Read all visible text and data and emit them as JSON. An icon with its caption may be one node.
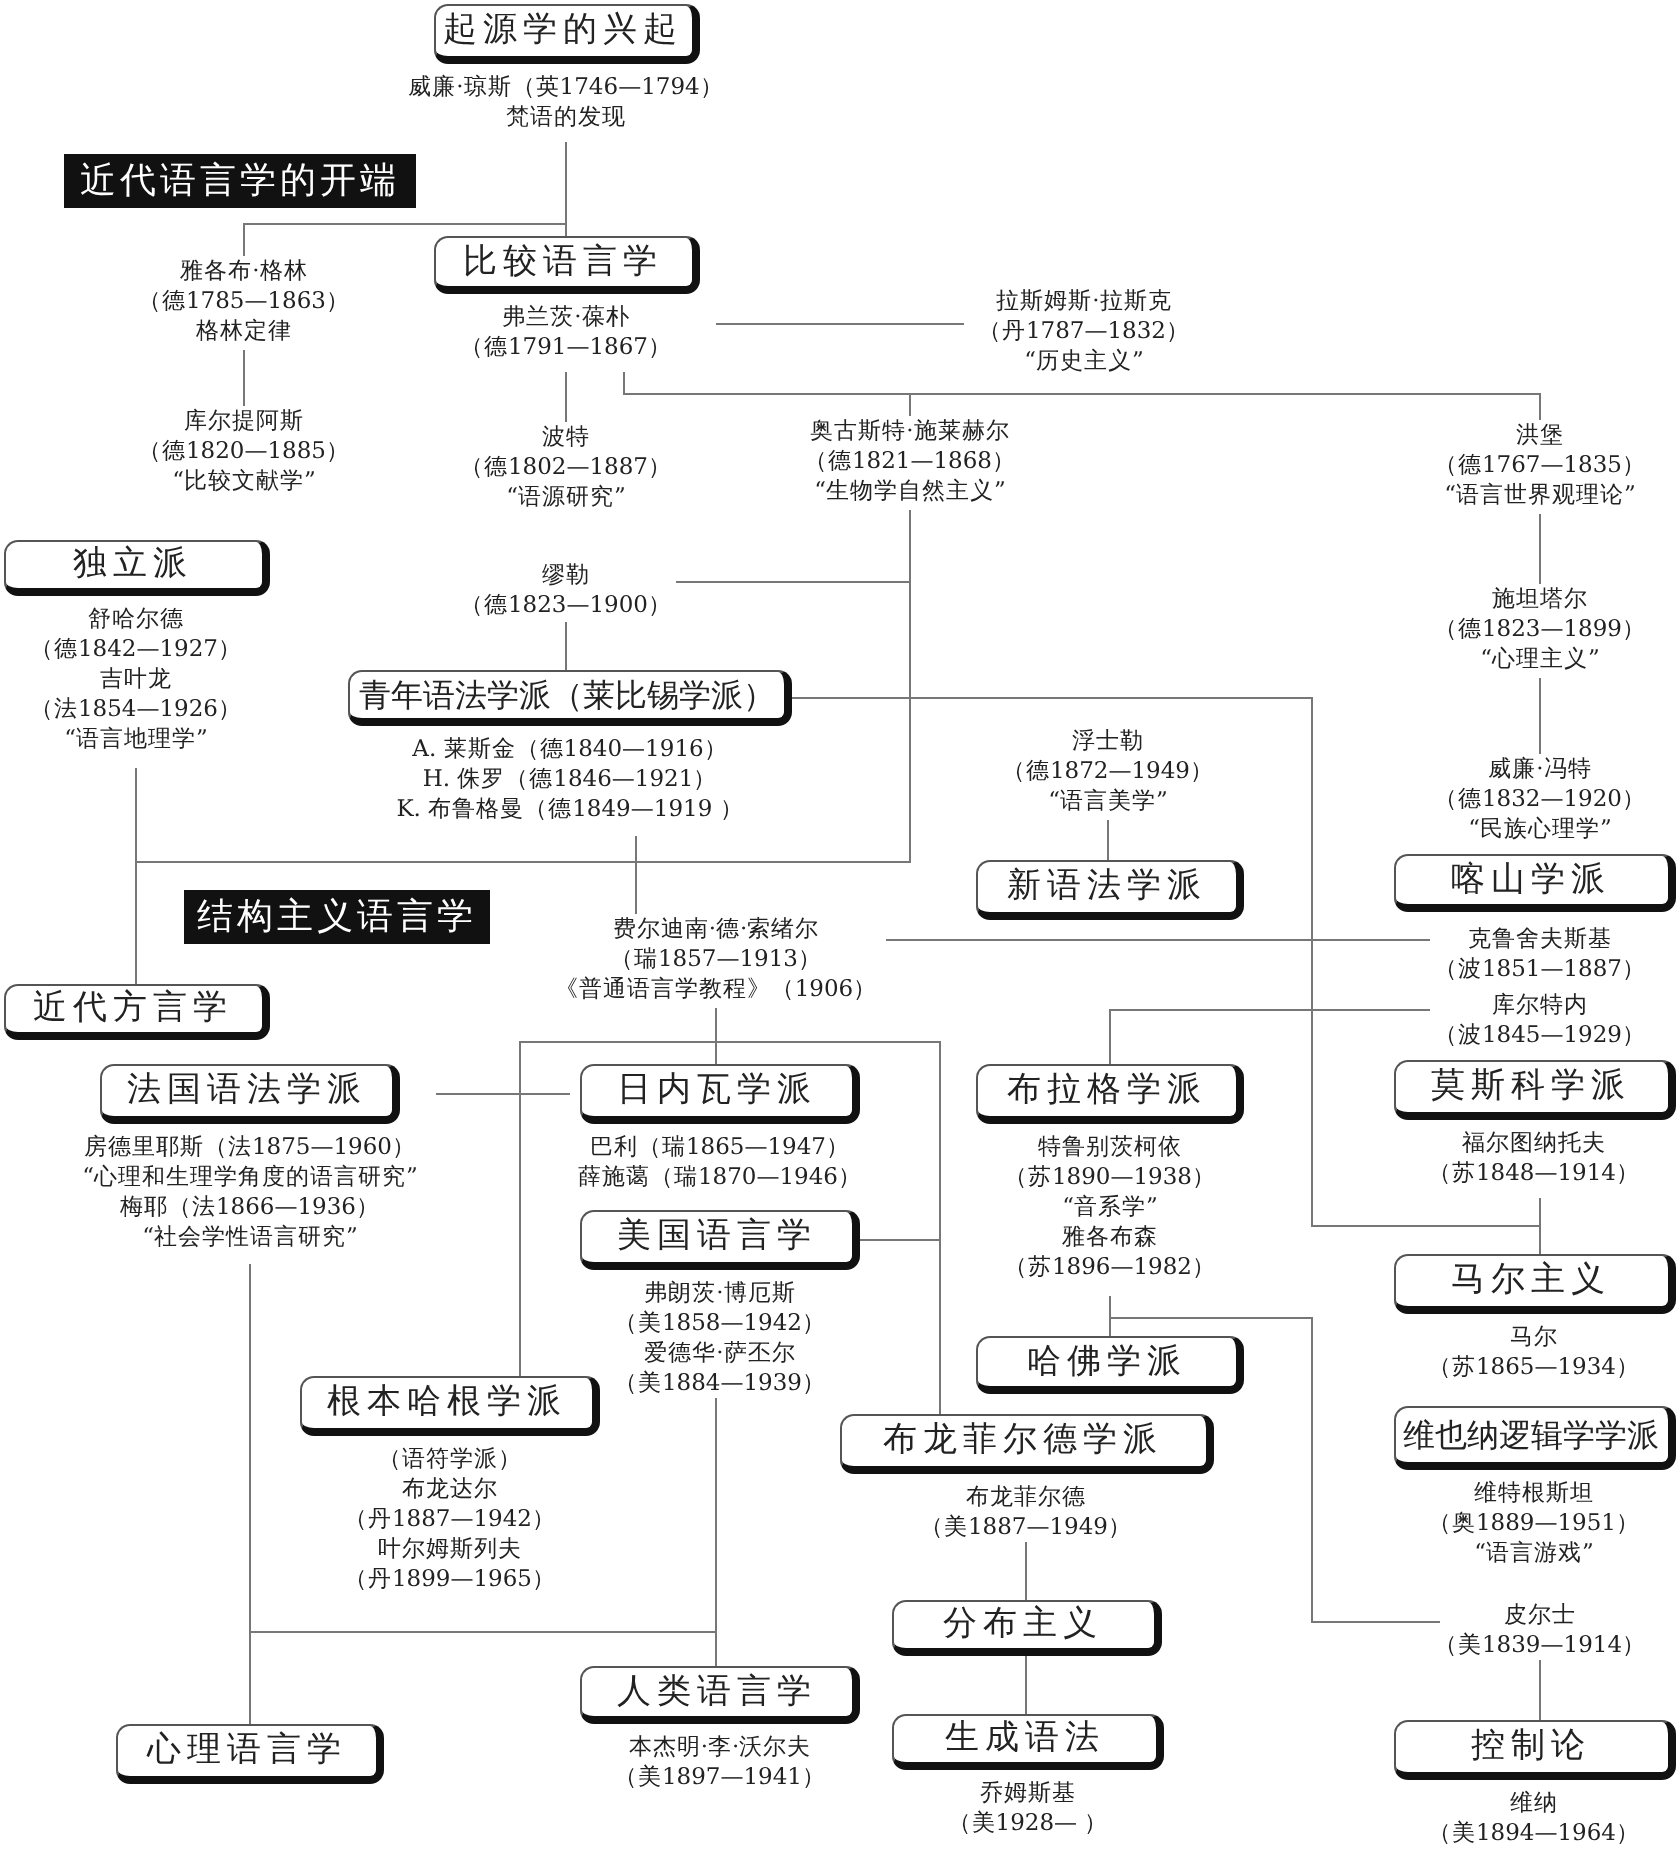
{
  "diagram": {
    "nodes": [
      {
        "text": [
          "起源学的兴起"
        ],
        "beside": [
          "威廉·琼斯（英1746—1794）",
          "梵语的发现"
        ]
      },
      {
        "text": [
          "近代语言学的开端"
        ]
      },
      {
        "text": [
          "比较语言学"
        ],
        "beside": [
          "弗兰茨·葆朴",
          "（德1791—1867）"
        ]
      },
      {
        "text": [
          "雅各布·格林",
          "（德1785—1863）",
          "格林定律"
        ]
      },
      {
        "text": [
          "库尔提阿斯",
          "（德1820—1885）",
          "“比较文献学”"
        ]
      },
      {
        "text": [
          "拉斯姆斯·拉斯克",
          "（丹1787—1832）",
          "“历史主义”"
        ]
      },
      {
        "text": [
          "波特",
          "（德1802—1887）",
          "“语源研究”"
        ]
      },
      {
        "text": [
          "奥古斯特·施莱赫尔",
          "（德1821—1868）",
          "“生物学自然主义”"
        ]
      },
      {
        "text": [
          "洪堡",
          "（德1767—1835）",
          "“语言世界观理论”"
        ]
      },
      {
        "text": [
          "独立派"
        ],
        "beside": [
          "舒哈尔德",
          "（德1842—1927）",
          "吉叶龙",
          "（法1854—1926）",
          "“语言地理学”"
        ]
      },
      {
        "text": [
          "缪勒",
          "（德1823—1900）"
        ]
      },
      {
        "text": [
          "施坦塔尔",
          "（德1823—1899）",
          "“心理主义”"
        ]
      },
      {
        "text": [
          "青年语法学派（莱比锡学派）"
        ],
        "beside": [
          "A. 莱斯金（德1840—1916）",
          "H. 侏罗（德1846—1921）",
          "K. 布鲁格曼（德1849—1919 ）"
        ]
      },
      {
        "text": [
          "浮士勒",
          "（德1872—1949）",
          "“语言美学”"
        ]
      },
      {
        "text": [
          "威廉·冯特",
          "（德1832—1920）",
          "“民族心理学”"
        ]
      },
      {
        "text": [
          "新语法学派"
        ]
      },
      {
        "text": [
          "喀山学派"
        ]
      },
      {
        "text": [
          "结构主义语言学"
        ]
      },
      {
        "text": [
          "费尔迪南·德·索绪尔",
          "（瑞1857—1913）",
          "《普通语言学教程》（1906）"
        ]
      },
      {
        "text": [
          "克鲁舍夫斯基",
          "（波1851—1887）"
        ]
      },
      {
        "text": [
          "库尔特内",
          "（波1845—1929）"
        ]
      },
      {
        "text": [
          "近代方言学"
        ]
      },
      {
        "text": [
          "法国语法学派"
        ],
        "beside": [
          "房德里耶斯（法1875—1960）",
          "“心理和生理学角度的语言研究”",
          "梅耶（法1866—1936）",
          "“社会学性语言研究”"
        ]
      },
      {
        "text": [
          "日内瓦学派"
        ],
        "beside": [
          "巴利（瑞1865—1947）",
          "薛施蔼（瑞1870—1946）"
        ]
      },
      {
        "text": [
          "布拉格学派"
        ],
        "beside": [
          "特鲁别茨柯依",
          "（苏1890—1938）",
          "“音系学”",
          "雅各布森",
          "（苏1896—1982）"
        ]
      },
      {
        "text": [
          "莫斯科学派"
        ],
        "beside": [
          "福尔图纳托夫",
          "（苏1848—1914）"
        ]
      },
      {
        "text": [
          "美国语言学"
        ],
        "beside": [
          "弗朗茨·博厄斯",
          "（美1858—1942）",
          "爱德华·萨丕尔",
          "（美1884—1939）"
        ]
      },
      {
        "text": [
          "马尔主义"
        ],
        "beside": [
          "马尔",
          "（苏1865—1934）"
        ]
      },
      {
        "text": [
          "哈佛学派"
        ]
      },
      {
        "text": [
          "根本哈根学派"
        ],
        "beside": [
          "（语符学派）",
          "布龙达尔",
          "（丹1887—1942）",
          "叶尔姆斯列夫",
          "（丹1899—1965）"
        ]
      },
      {
        "text": [
          "维也纳逻辑学学派"
        ],
        "beside": [
          "维特根斯坦",
          "（奥1889—1951）",
          "“语言游戏”"
        ]
      },
      {
        "text": [
          "布龙菲尔德学派"
        ],
        "beside": [
          "布龙菲尔德",
          "（美1887—1949）"
        ]
      },
      {
        "text": [
          "皮尔士",
          "（美1839—1914）"
        ]
      },
      {
        "text": [
          "分布主义"
        ]
      },
      {
        "text": [
          "人类语言学"
        ],
        "beside": [
          "本杰明·李·沃尔夫",
          "（美1897—1941）"
        ]
      },
      {
        "text": [
          "心理语言学"
        ]
      },
      {
        "text": [
          "生成语法"
        ],
        "beside": [
          "乔姆斯基",
          "（美1928— ）"
        ]
      },
      {
        "text": [
          "控制论"
        ],
        "beside": [
          "维纳",
          "（美1894—1964）"
        ]
      }
    ],
    "edges": [
      {
        "from": 0,
        "to": 2,
        "arrow": "none"
      },
      {
        "from": 0,
        "to": 3,
        "arrow": "none"
      },
      {
        "from": 3,
        "to": 4,
        "arrow": "none"
      },
      {
        "from": 2,
        "to": 5,
        "arrow": "none"
      },
      {
        "from": 2,
        "to": 6,
        "arrow": "none"
      },
      {
        "from": 2,
        "to": 7,
        "arrow": "none"
      },
      {
        "from": 2,
        "to": 8,
        "arrow": "none"
      },
      {
        "from": 10,
        "to": 7,
        "arrow": "none"
      },
      {
        "from": 7,
        "to": 21,
        "arrow": "none"
      },
      {
        "from": 9,
        "to": 21,
        "arrow": "none"
      },
      {
        "from": 10,
        "to": 12,
        "arrow": "none"
      },
      {
        "from": 12,
        "to": 18,
        "arrow": "none"
      },
      {
        "from": 12,
        "to": 27,
        "arrow": "none"
      },
      {
        "from": 25,
        "to": 27,
        "arrow": "none"
      },
      {
        "from": 8,
        "to": 11,
        "arrow": "none"
      },
      {
        "from": 11,
        "to": 14,
        "arrow": "none"
      },
      {
        "from": 13,
        "to": 15,
        "arrow": "none"
      },
      {
        "from": 18,
        "to": 19,
        "arrow": "none"
      },
      {
        "from": 24,
        "to": 20,
        "arrow": "none"
      },
      {
        "from": 18,
        "to": 23,
        "arrow": "none"
      },
      {
        "from": 18,
        "to": 29,
        "arrow": "none"
      },
      {
        "from": 18,
        "to": 31,
        "arrow": "none"
      },
      {
        "from": 26,
        "to": 31,
        "arrow": "none"
      },
      {
        "from": 22,
        "to": 23,
        "arrow": "none"
      },
      {
        "from": 26,
        "to": 34,
        "arrow": "none"
      },
      {
        "from": 26,
        "to": 35,
        "arrow": "none"
      },
      {
        "from": 22,
        "to": 35,
        "arrow": "none"
      },
      {
        "from": 24,
        "to": 28,
        "arrow": "none"
      },
      {
        "from": 24,
        "to": 32,
        "arrow": "none"
      },
      {
        "from": 31,
        "to": 33,
        "arrow": "none"
      },
      {
        "from": 33,
        "to": 36,
        "arrow": "none"
      },
      {
        "from": 32,
        "to": 37,
        "arrow": "none"
      }
    ]
  }
}
